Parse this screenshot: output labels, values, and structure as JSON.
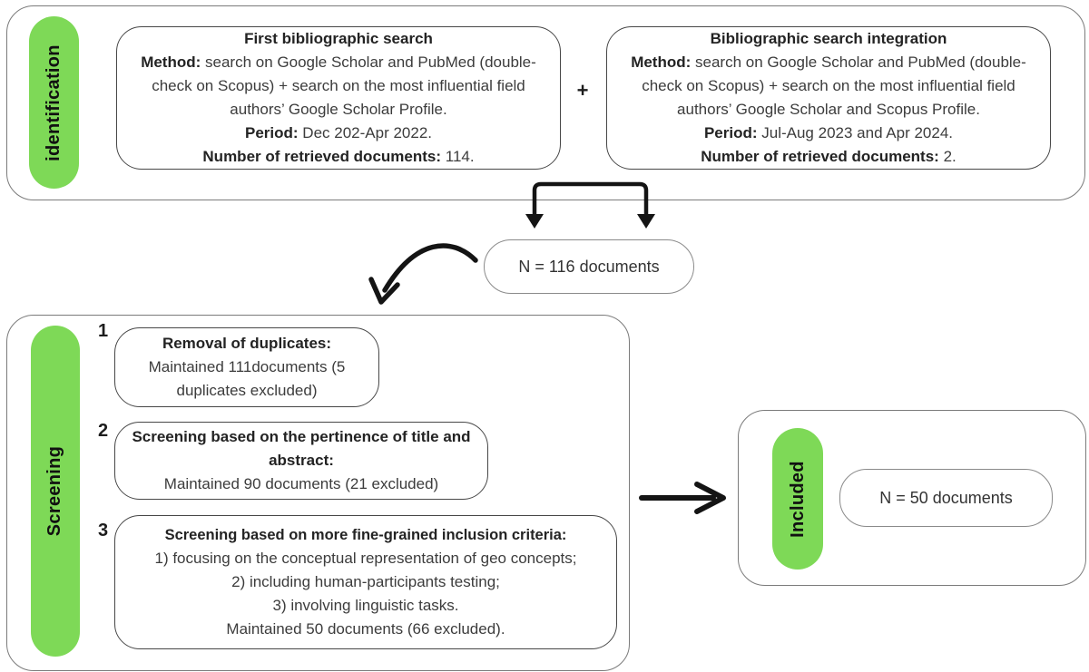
{
  "colors": {
    "green": "#7ed957",
    "arrow": "#141414",
    "border_gray": "#7b7b7b",
    "border_dark": "#474747"
  },
  "identification": {
    "label": "identification",
    "plus": "+",
    "box1": {
      "title": "First bibliographic search",
      "method_label": "Method:",
      "method_text": "search on Google Scholar and PubMed (double-check on Scopus) + search on the most influential field authors’ Google Scholar Profile.",
      "period_label": "Period:",
      "period_text": "Dec 202-Apr 2022.",
      "count_label": "Number of retrieved documents:",
      "count_text": "114."
    },
    "box2": {
      "title": "Bibliographic search integration",
      "method_label": "Method:",
      "method_text": "search on Google Scholar and PubMed (double-check on Scopus) + search on the most influential field authors’ Google Scholar and Scopus Profile.",
      "period_label": "Period:",
      "period_text": "Jul-Aug 2023 and Apr 2024.",
      "count_label": "Number of retrieved documents:",
      "count_text": "2."
    }
  },
  "merge": {
    "label": "N = 116 documents"
  },
  "screening": {
    "label": "Screening",
    "steps": [
      {
        "num": "1",
        "title": "Removal of duplicates:",
        "body": "Maintained 111documents (5 duplicates excluded)"
      },
      {
        "num": "2",
        "title": "Screening based on the pertinence of title and abstract:",
        "body": "Maintained 90 documents (21 excluded)"
      },
      {
        "num": "3",
        "title": "Screening based on more fine-grained inclusion criteria:",
        "lines": [
          "1) focusing on the conceptual representation of geo concepts;",
          "2) including human-participants testing;",
          "3) involving linguistic tasks.",
          "Maintained 50 documents (66 excluded)."
        ]
      }
    ]
  },
  "included": {
    "label": "Included",
    "result": "N = 50 documents"
  }
}
